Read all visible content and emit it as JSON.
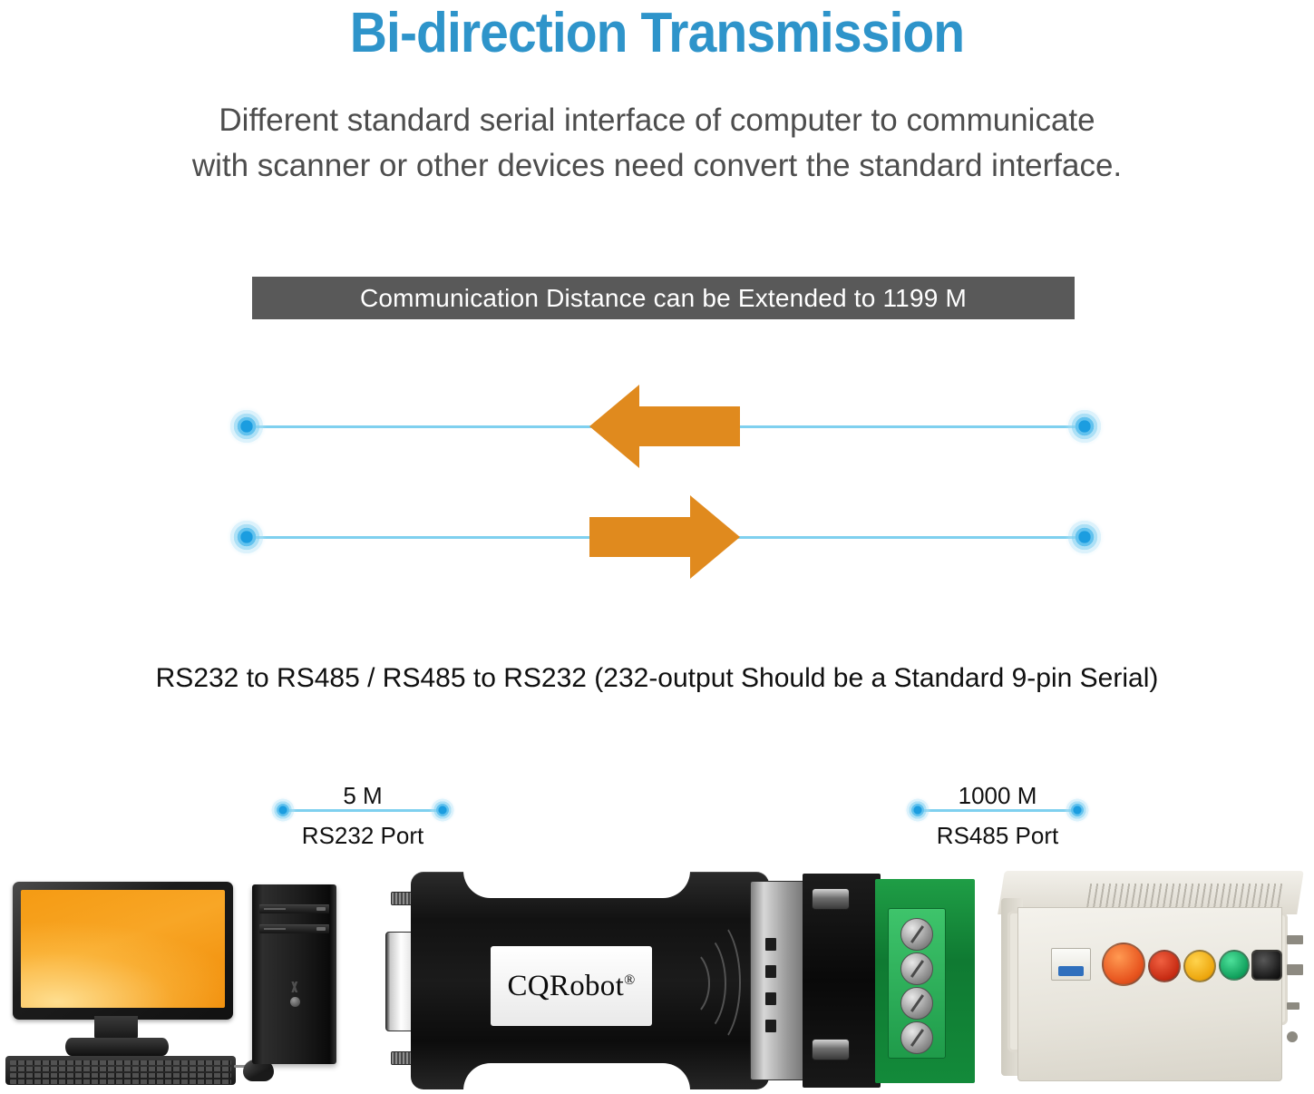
{
  "header": {
    "title": "Bi-direction Transmission",
    "subtitle_line1": "Different standard serial interface of computer to communicate",
    "subtitle_line2": "with scanner or other devices need convert the standard interface."
  },
  "banner": {
    "text": "Communication Distance can be Extended to 1199 M",
    "background_color": "#595959",
    "text_color": "#ffffff"
  },
  "diagram": {
    "line_color": "#7fd0ef",
    "dot_color": "#1b9de0",
    "arrow_color": "#e08a1e",
    "arrows": [
      {
        "name": "receive-arrow",
        "direction": "left"
      },
      {
        "name": "transmit-arrow",
        "direction": "right"
      }
    ]
  },
  "caption": {
    "text": "RS232 to RS485 / RS485 to RS232 (232-output Should be a Standard 9-pin Serial)"
  },
  "ports": {
    "left": {
      "distance": "5 M",
      "name": "RS232 Port"
    },
    "right": {
      "distance": "1000 M",
      "name": "RS485 Port"
    }
  },
  "product": {
    "brand": "CQRobot",
    "brand_mark": "®",
    "devices": [
      {
        "name": "desktop-computer",
        "label": "Desktop computer with monitor, keyboard, mouse and tower"
      },
      {
        "name": "rs232-rs485-converter",
        "label": "CQRobot RS232 to RS485 converter"
      },
      {
        "name": "industrial-control-cabinet",
        "label": "Industrial control cabinet"
      }
    ]
  }
}
